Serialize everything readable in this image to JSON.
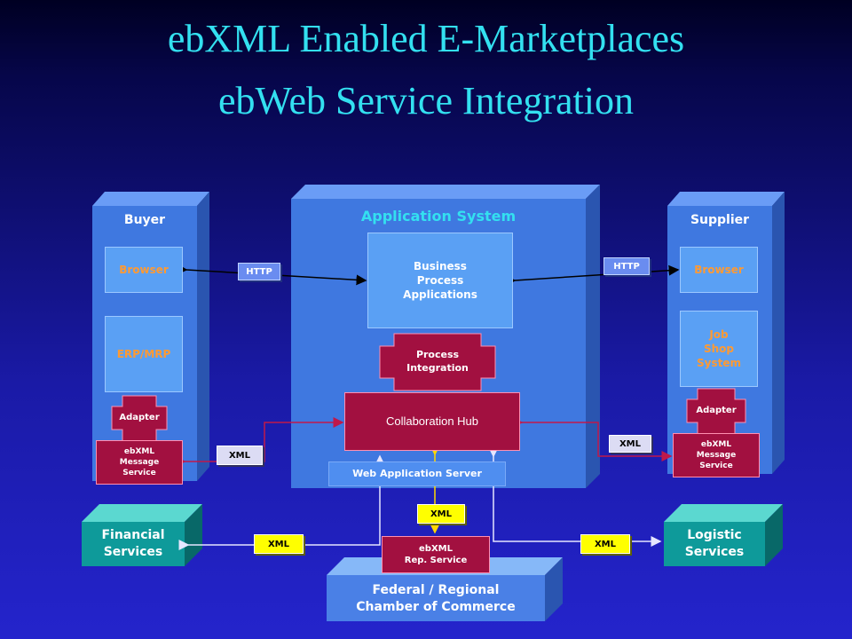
{
  "title": {
    "line1": "ebXML Enabled E-Marketplaces",
    "line2": "ebWeb Service Integration"
  },
  "buyer": {
    "label": "Buyer",
    "browser": "Browser",
    "erp": "ERP/MRP",
    "adapter": "Adapter",
    "message_service": "ebXML\nMessage\nService"
  },
  "application_system": {
    "label": "Application System",
    "bpa": "Business\nProcess\nApplications",
    "process_integration": "Process\nIntegration",
    "collab_hub": "Collaboration Hub",
    "web_server": "Web Application Server"
  },
  "supplier": {
    "label": "Supplier",
    "browser": "Browser",
    "job_shop": "Job\nShop\nSystem",
    "adapter": "Adapter",
    "message_service": "ebXML\nMessage\nService"
  },
  "financial": {
    "label": "Financial\nServices"
  },
  "logistic": {
    "label": "Logistic\nServices"
  },
  "chamber": {
    "label": "Federal / Regional\nChamber of Commerce",
    "rep_service": "ebXML\nRep. Service"
  },
  "tags": {
    "http_left": "HTTP",
    "http_right": "HTTP",
    "xml_buyer": "XML",
    "xml_supplier": "XML",
    "xml_rep": "XML",
    "xml_financial": "XML",
    "xml_logistic": "XML"
  },
  "colors": {
    "panel": "#3f78e0",
    "panel_face": "#3366cc",
    "red_box": "#a21040",
    "teal": "#0e9a9a",
    "title": "#33e0f0"
  }
}
